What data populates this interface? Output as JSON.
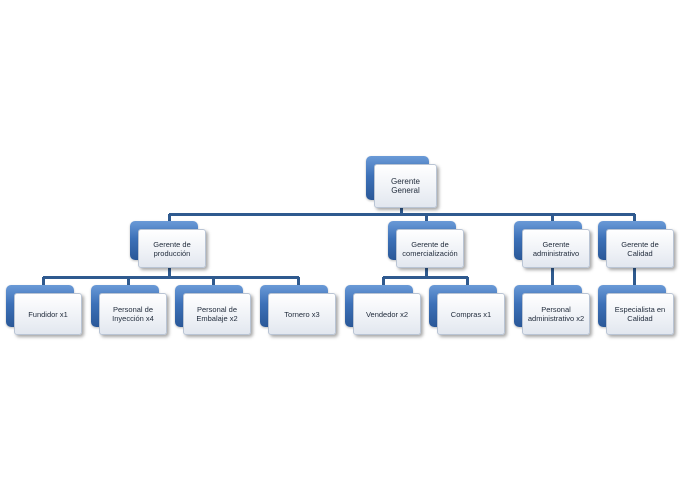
{
  "org_chart": {
    "root": {
      "label": "Gerente General"
    },
    "managers": [
      {
        "label": "Gerente de producción",
        "staff": [
          "Fundidor  x1",
          "Personal  de Inyección  x4",
          "Personal  de Embalaje x2",
          "Tornero x3"
        ]
      },
      {
        "label": "Gerente de comercialización",
        "staff": [
          "Vendedor  x2",
          "Compras x1"
        ]
      },
      {
        "label": "Gerente administrativo",
        "staff": [
          "Personal administrativo x2"
        ]
      },
      {
        "label": "Gerente de Calidad",
        "staff": [
          "Especialista en Calidad"
        ]
      }
    ],
    "colors": {
      "box_back": "#3d71b8",
      "box_front": "#eef1f6",
      "connector": "#2f5a8f",
      "text": "#1f2a3a"
    }
  }
}
